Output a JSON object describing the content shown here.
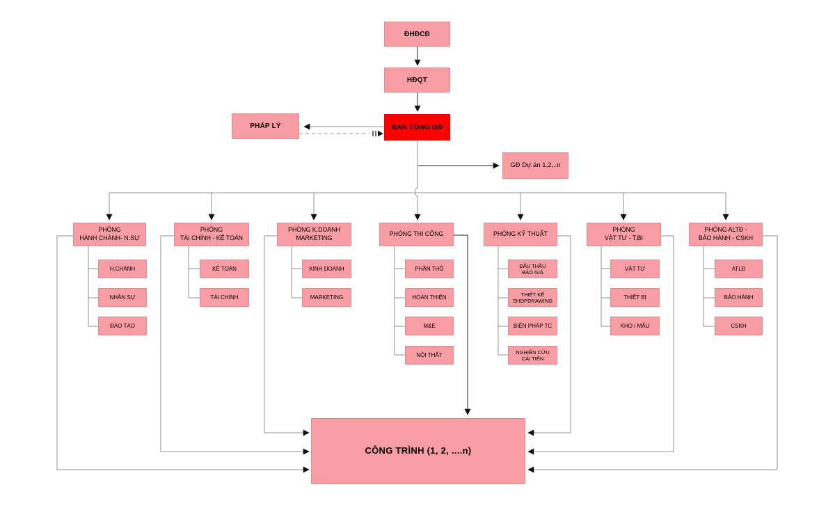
{
  "diagram": {
    "shareholders": {
      "label": "ĐHĐCĐ"
    },
    "board": {
      "label": "HĐQT"
    },
    "executive_board": {
      "label": "BAN TỔNG GĐ"
    },
    "legal": {
      "label": "PHÁP LÝ"
    },
    "project_directors": {
      "label": "GĐ Dự án 1,2,..n"
    },
    "departments": [
      {
        "label": "PHÒNG\nHÀNH CHÁNH- N.SỰ",
        "subs": [
          "H.CHÁNH",
          "NHÂN SỰ",
          "ĐÀO TẠO"
        ]
      },
      {
        "label": "PHÒNG\nTÀI CHÍNH - KẾ TOÁN",
        "subs": [
          "KẾ TOÁN",
          "TÀI CHÍNH"
        ]
      },
      {
        "label": "PHÒNG K.DOANH\nMARKETING",
        "subs": [
          "KINH DOANH",
          "MARKETING"
        ]
      },
      {
        "label": "PHÒNG THI CÔNG",
        "subs": [
          "PHẦN THÔ",
          "HOÀN THIỆN",
          "M&E",
          "NỘI THẤT"
        ]
      },
      {
        "label": "PHÒNG KỸ THUẬT",
        "subs": [
          "ĐẤU THẦU\nBÁO GIÁ",
          "THIẾT KẾ\nSHOPDRAWING",
          "BIỆN PHÁP TC",
          "NGHIÊN CỨU\nCẢI TIẾN"
        ]
      },
      {
        "label": "PHÒNG\nVẬT TƯ - T.BỊ",
        "subs": [
          "VẬT TƯ",
          "THIẾT BỊ",
          "KHO / MẪU"
        ]
      },
      {
        "label": "PHÒNG ALTĐ -\nBẢO HÀNH - CSKH",
        "subs": [
          "ATLĐ",
          "BẢO HÀNH",
          "CSKH"
        ]
      }
    ],
    "projects": {
      "label": "CÔNG TRÌNH (1, 2, ....n)"
    },
    "colors": {
      "node_fill": "#F99DA4",
      "executive_fill": "#FE0000",
      "connector_gray": "#8F8F8F",
      "arrow_black": "#111111",
      "text": "#000000"
    }
  }
}
